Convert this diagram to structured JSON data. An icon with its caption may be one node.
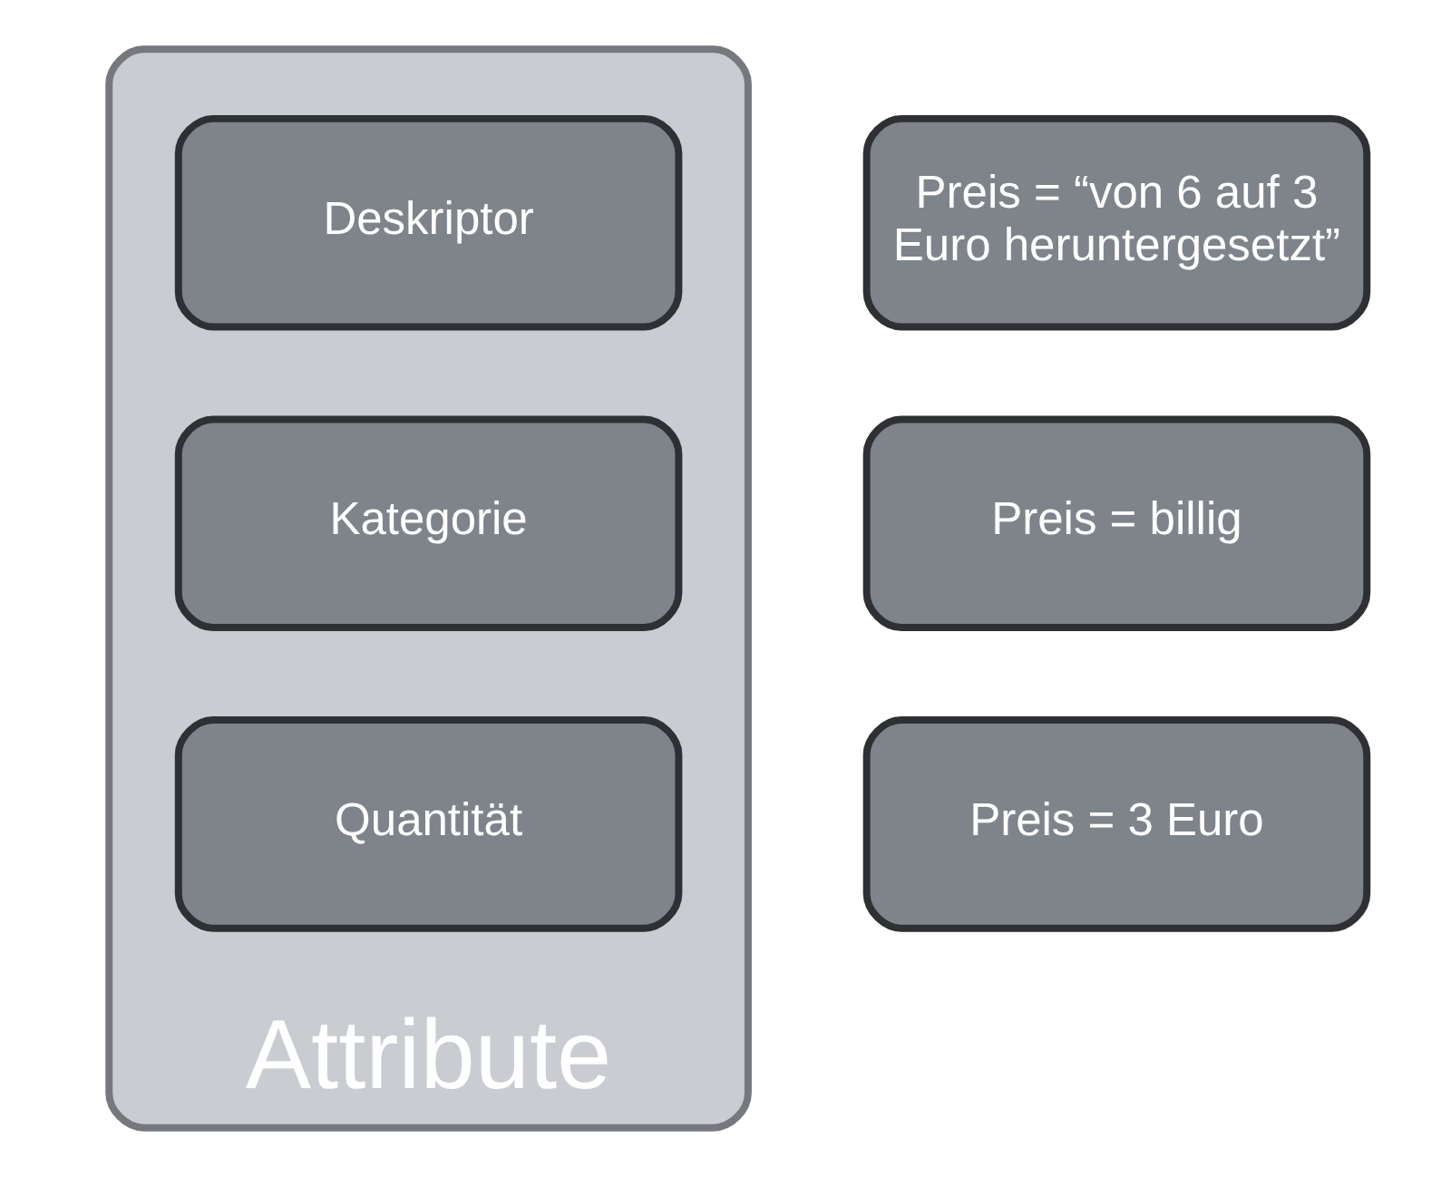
{
  "diagram": {
    "nodes": [
      {
        "text": [
          "Attribute"
        ]
      },
      {
        "text": [
          "Deskriptor"
        ],
        "in": 0
      },
      {
        "text": [
          "Kategorie"
        ],
        "in": 0
      },
      {
        "text": [
          "Quantität"
        ],
        "in": 0
      },
      {
        "text": [
          "Preis = “von 6 auf 3 Euro heruntergesetzt”"
        ]
      },
      {
        "text": [
          "Preis = billig"
        ]
      },
      {
        "text": [
          "Preis = 3 Euro"
        ]
      }
    ],
    "edges": []
  }
}
